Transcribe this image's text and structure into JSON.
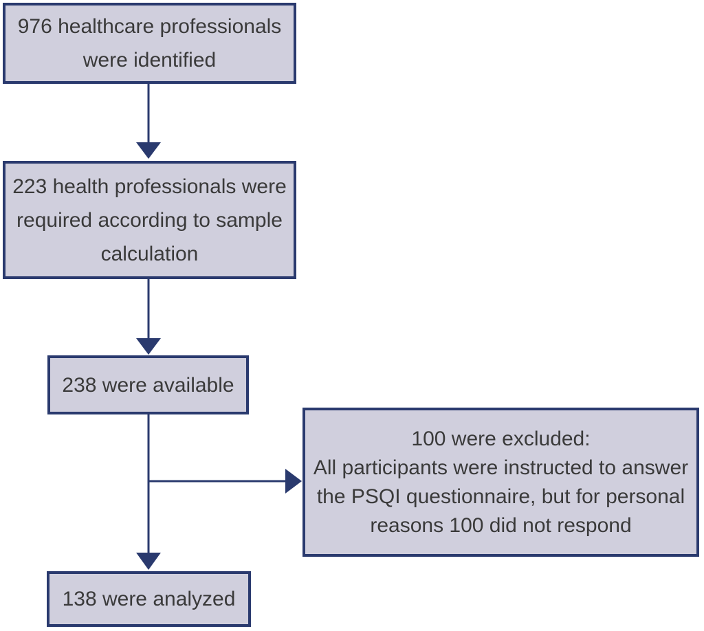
{
  "colors": {
    "box_fill": "#d0cfdd",
    "box_border": "#2a3a6e",
    "arrow": "#2a3a6e",
    "text": "#3a3a3a",
    "background": "#ffffff"
  },
  "flowchart": {
    "boxes": {
      "identified": {
        "lines": [
          "976 healthcare professionals",
          "were identified"
        ]
      },
      "required": {
        "lines": [
          "223 health professionals were",
          "required according to sample",
          "calculation"
        ]
      },
      "available": {
        "lines": [
          "238 were available"
        ]
      },
      "excluded": {
        "lines": [
          "100 were excluded:",
          "All participants were instructed to answer",
          "the PSQI questionnaire, but for personal",
          "reasons 100 did not respond"
        ]
      },
      "analyzed": {
        "lines": [
          "138 were analyzed"
        ]
      }
    },
    "edges": [
      {
        "from": "identified",
        "to": "required",
        "type": "arrow-down"
      },
      {
        "from": "required",
        "to": "available",
        "type": "arrow-down"
      },
      {
        "from": "available",
        "to": "analyzed",
        "type": "arrow-down"
      },
      {
        "from": "available",
        "to": "excluded",
        "type": "arrow-right-branch"
      }
    ]
  }
}
